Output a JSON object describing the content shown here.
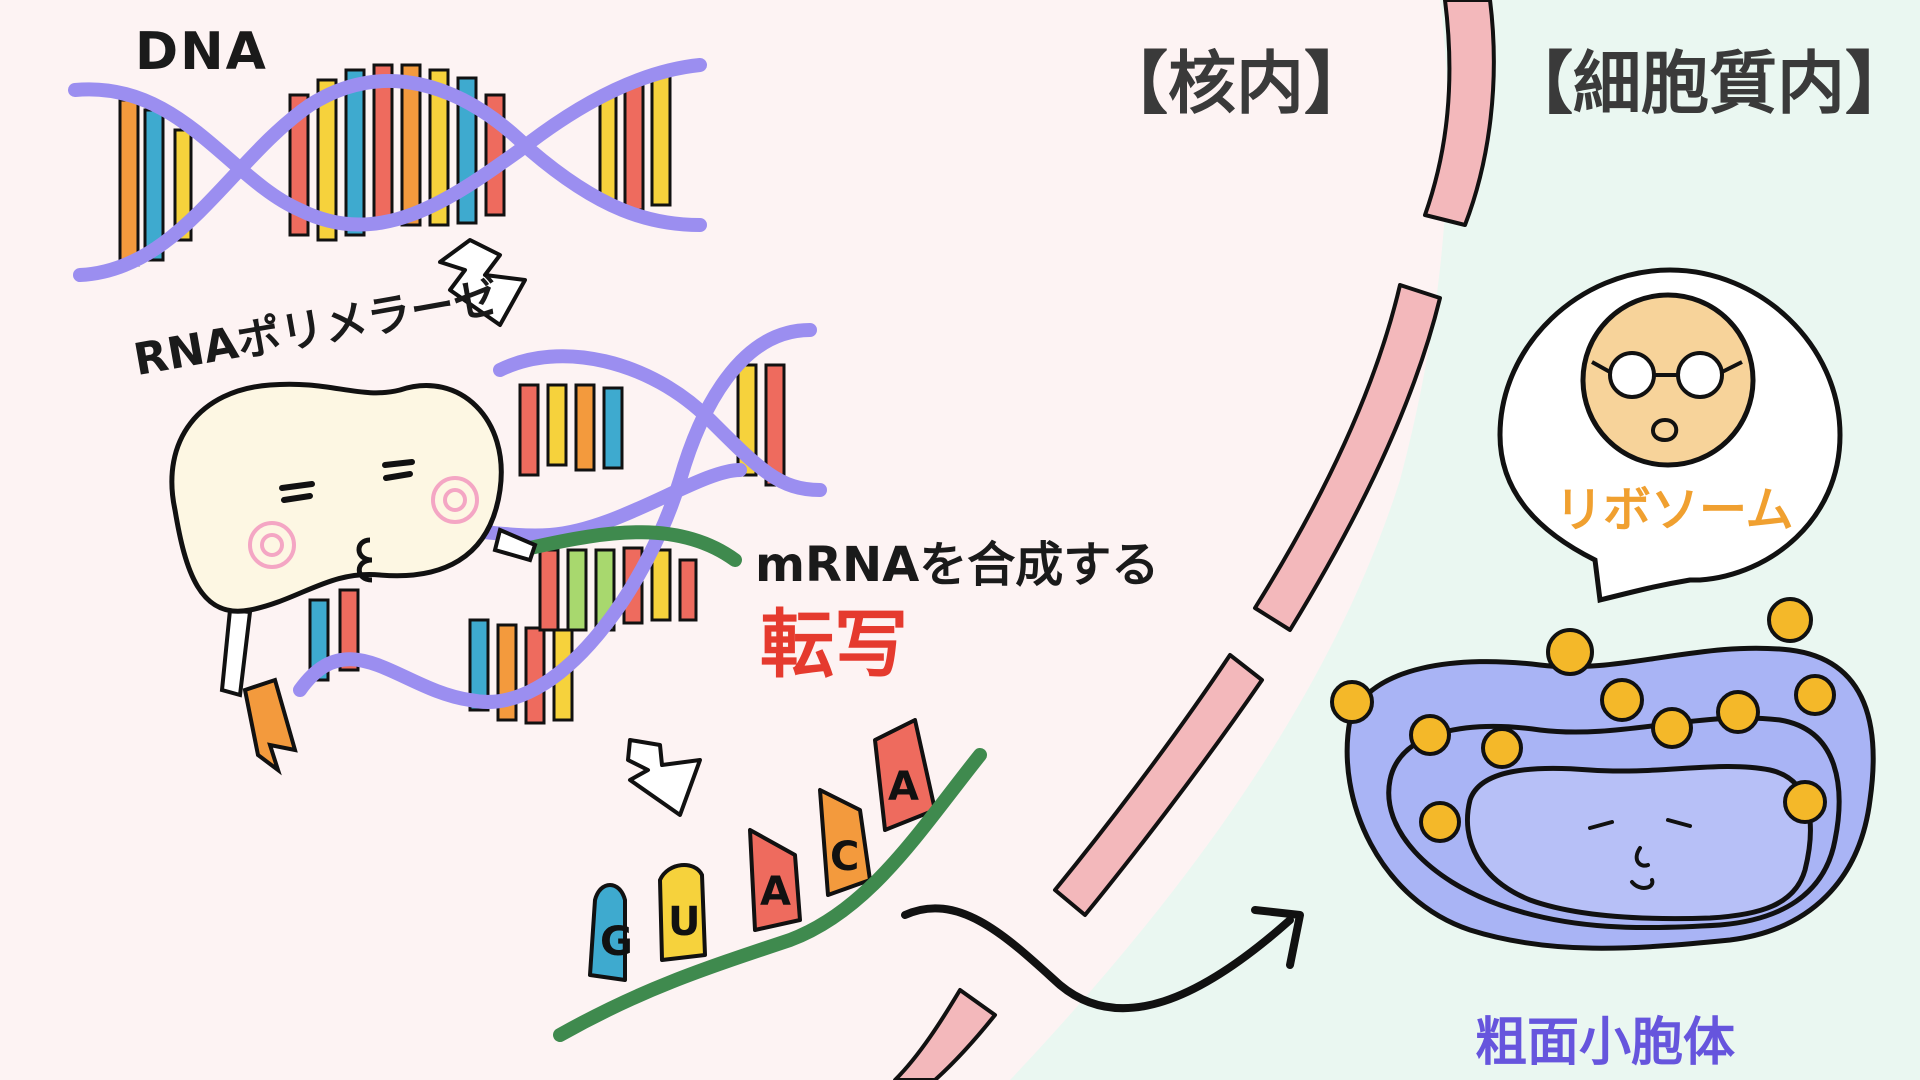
{
  "labels": {
    "dna": "DNA",
    "rna_polymerase": "RNAポリメラーゼ",
    "nucleus": "【核内】",
    "cytoplasm": "【細胞質内】",
    "synthesize_mrna": "mRNAを合成する",
    "transcription": "転写",
    "ribosome": "リボソーム",
    "rough_er": "粗面小胞体"
  },
  "mrna_bases": [
    "G",
    "U",
    "A",
    "C",
    "A"
  ],
  "colors": {
    "dna_backbone": "#9b8ef0",
    "mrna_strand": "#3f8a4e",
    "membrane": "#f3b8bb",
    "cytoplasm_bg": "#eaf7f1",
    "nucleus_bg": "#fdf3f3",
    "transcription_text": "#e53a2e",
    "ribosome_text": "#f0a030",
    "rer_text": "#6655dd",
    "rer_fill": "#a9b4f5",
    "ribosome_dot": "#f4b829",
    "base_orange": "#f39a3d",
    "base_blue": "#3eaacf",
    "base_yellow": "#f6d23c",
    "base_red": "#ee6b5e",
    "base_green": "#a8d86e"
  },
  "icons": [
    "down-arrow-icon",
    "curved-arrow-icon",
    "polymerase-character",
    "ribosome-character",
    "speech-bubble"
  ]
}
